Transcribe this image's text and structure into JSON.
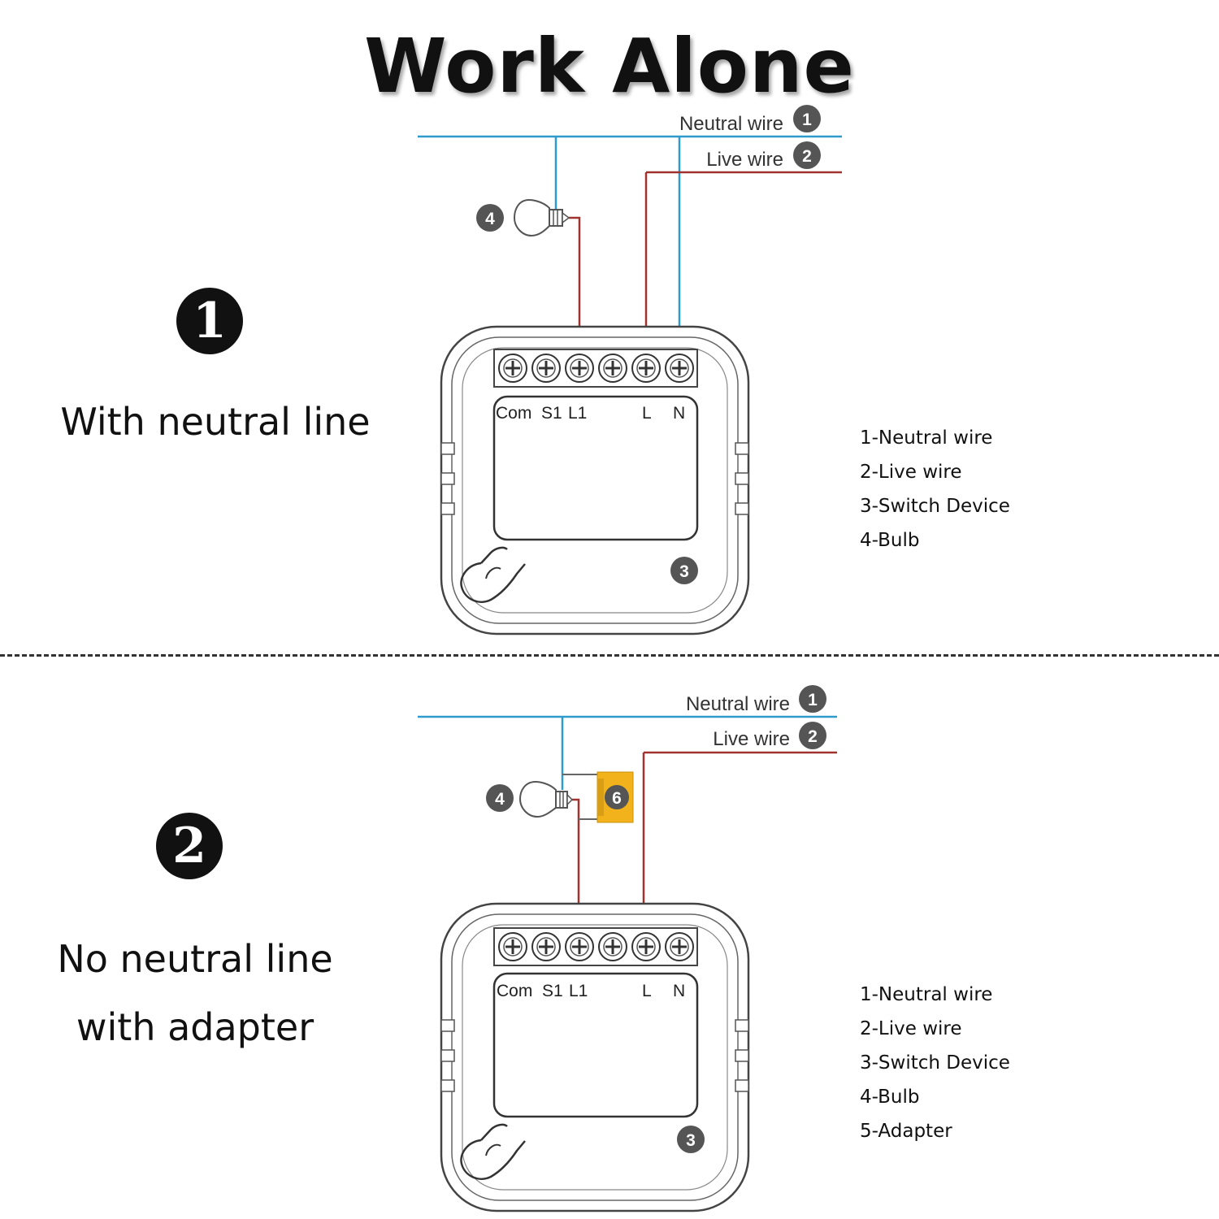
{
  "title": "Work Alone",
  "diagram1": {
    "marker": "1",
    "caption_lines": [
      "With neutral line"
    ],
    "neutral_label": "Neutral wire",
    "neutral_num": "1",
    "live_label": "Live wire",
    "live_num": "2",
    "bulb_num": "4",
    "device_num": "3",
    "terminals": [
      "Com",
      "S1",
      "L1",
      "L",
      "N"
    ],
    "legend": [
      "1-Neutral wire",
      "2-Live wire",
      "3-Switch Device",
      "4-Bulb"
    ]
  },
  "diagram2": {
    "marker": "2",
    "caption_lines": [
      "No neutral line",
      "with adapter"
    ],
    "neutral_label": "Neutral wire",
    "neutral_num": "1",
    "live_label": "Live wire",
    "live_num": "2",
    "bulb_num": "4",
    "adapter_num": "6",
    "device_num": "3",
    "terminals": [
      "Com",
      "S1",
      "L1",
      "L",
      "N"
    ],
    "legend": [
      "1-Neutral wire",
      "2-Live wire",
      "3-Switch Device",
      "4-Bulb",
      "5-Adapter"
    ]
  },
  "colors": {
    "neutral_wire": "#2f9bcc",
    "live_wire": "#a0332f",
    "adapter": "#f2b21c",
    "badge": "#555555"
  }
}
